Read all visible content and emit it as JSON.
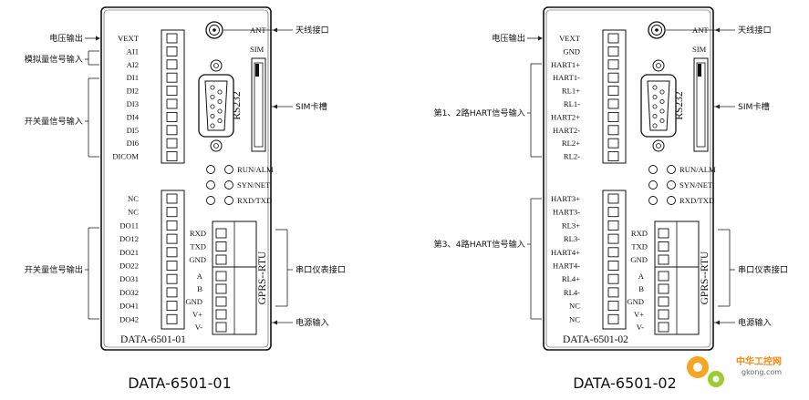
{
  "devices": [
    {
      "model": "DATA-6501-01",
      "caption": "DATA-6501-01",
      "left_terminals": [
        "VEXT",
        "AI1",
        "AI2",
        "DI1",
        "DI2",
        "DI3",
        "DI4",
        "DI5",
        "DI6",
        "DICOM"
      ],
      "lower_terminals": [
        "NC",
        "NC",
        "DO11",
        "DO12",
        "DO21",
        "DO22",
        "DO31",
        "DO32",
        "DO41",
        "DO42"
      ],
      "serial_terminals": [
        "RXD",
        "TXD",
        "GND"
      ],
      "power_terminals": [
        "A",
        "B",
        "GND",
        "V+",
        "V-"
      ],
      "ant_label": "ANT",
      "sim_label": "SIM",
      "rs232_label": "RS232",
      "module_label": "GPRS--RTU",
      "leds": [
        {
          "left": "",
          "right": "RUN/ALM"
        },
        {
          "left": "",
          "right": "SYN/NET"
        },
        {
          "left": "",
          "right": "RXD/TXD"
        }
      ],
      "left_callouts": [
        {
          "text": "电压输出"
        },
        {
          "text": "模拟量信号输入"
        },
        {
          "text": "开关量信号输入"
        },
        {
          "text": "开关量信号输出"
        }
      ],
      "right_callouts": [
        {
          "text": "天线接口"
        },
        {
          "text": "SIM卡槽"
        },
        {
          "text": "串口仪表接口"
        },
        {
          "text": "电源输入"
        }
      ]
    },
    {
      "model": "DATA-6501-02",
      "caption": "DATA-6501-02",
      "left_terminals": [
        "VEXT",
        "GND",
        "HART1+",
        "HART1-",
        "RL1+",
        "RL1-",
        "HART2+",
        "HART2-",
        "RL2+",
        "RL2-"
      ],
      "lower_terminals": [
        "HART3+",
        "HART3-",
        "RL3+",
        "RL3-",
        "HART4+",
        "HART4-",
        "RL4+",
        "RL4-",
        "NC",
        "NC"
      ],
      "serial_terminals": [
        "RXD",
        "TXD",
        "GND"
      ],
      "power_terminals": [
        "A",
        "B",
        "GND",
        "V+",
        "V-"
      ],
      "ant_label": "ANT",
      "sim_label": "SIM",
      "rs232_label": "RS232",
      "module_label": "GPRS--RTU",
      "leds": [
        {
          "left": "",
          "right": "RUN/ALM"
        },
        {
          "left": "",
          "right": "SYN/NET"
        },
        {
          "left": "",
          "right": "RXD/TXD"
        }
      ],
      "left_callouts": [
        {
          "text": "电压输出"
        },
        {
          "text": "第1、2路HART信号输入"
        },
        {
          "text": "第3、4路HART信号输入"
        }
      ],
      "right_callouts": [
        {
          "text": "天线接口"
        },
        {
          "text": "SIM卡槽"
        },
        {
          "text": "串口仪表接口"
        },
        {
          "text": "电源输入"
        }
      ]
    }
  ],
  "watermark": {
    "title": "中华工控网",
    "url": "gkong.com"
  }
}
